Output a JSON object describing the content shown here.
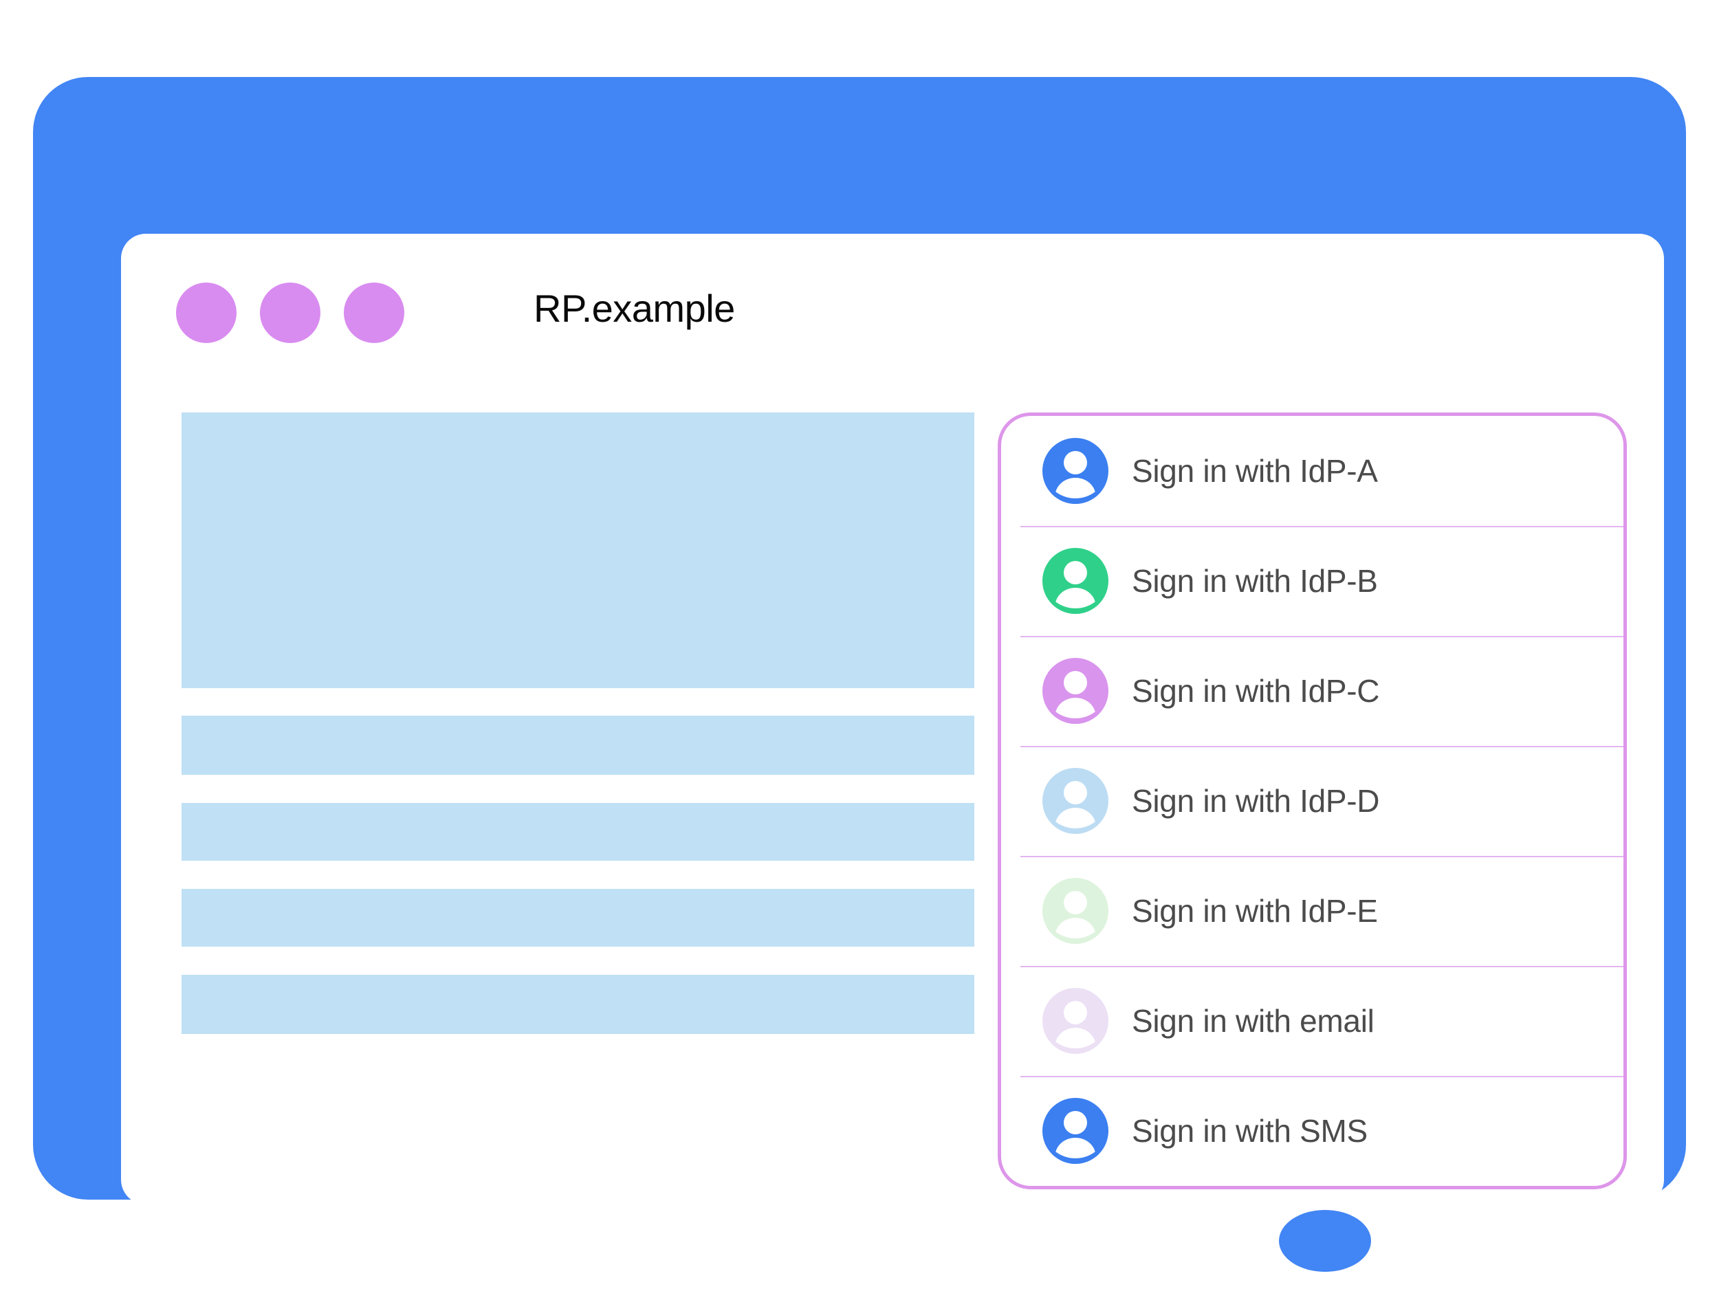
{
  "window": {
    "title": "RP.example",
    "dots": [
      "window-dot-1",
      "window-dot-2",
      "window-dot-3"
    ],
    "dot_color": "#d98cf0",
    "frame_color": "#4285f4"
  },
  "content": {
    "placeholder_color": "#bfe0f5",
    "blocks": [
      {
        "name": "hero-placeholder",
        "kind": "block"
      },
      {
        "name": "text-line-placeholder-1",
        "kind": "bar"
      },
      {
        "name": "text-line-placeholder-2",
        "kind": "bar"
      },
      {
        "name": "text-line-placeholder-3",
        "kind": "bar"
      },
      {
        "name": "text-line-placeholder-4",
        "kind": "bar"
      }
    ]
  },
  "account_chooser": {
    "border_color": "#dd96ea",
    "divider_color": "#e3b6ef",
    "items": [
      {
        "label": "Sign in with IdP-A",
        "avatar_color": "#3b7ff0",
        "icon": "account-circle-icon"
      },
      {
        "label": "Sign in with IdP-B",
        "avatar_color": "#2fd08a",
        "icon": "account-circle-icon"
      },
      {
        "label": "Sign in with IdP-C",
        "avatar_color": "#d994ed",
        "icon": "account-circle-icon"
      },
      {
        "label": "Sign in with IdP-D",
        "avatar_color": "#bcdcf3",
        "icon": "account-circle-icon"
      },
      {
        "label": "Sign in with IdP-E",
        "avatar_color": "#ddf3dd",
        "icon": "account-circle-icon"
      },
      {
        "label": "Sign in with email",
        "avatar_color": "#ece0f5",
        "icon": "account-circle-icon"
      },
      {
        "label": "Sign in with SMS",
        "avatar_color": "#3b7ff0",
        "icon": "account-circle-icon"
      }
    ]
  },
  "device": {
    "home_button": "home-button"
  }
}
